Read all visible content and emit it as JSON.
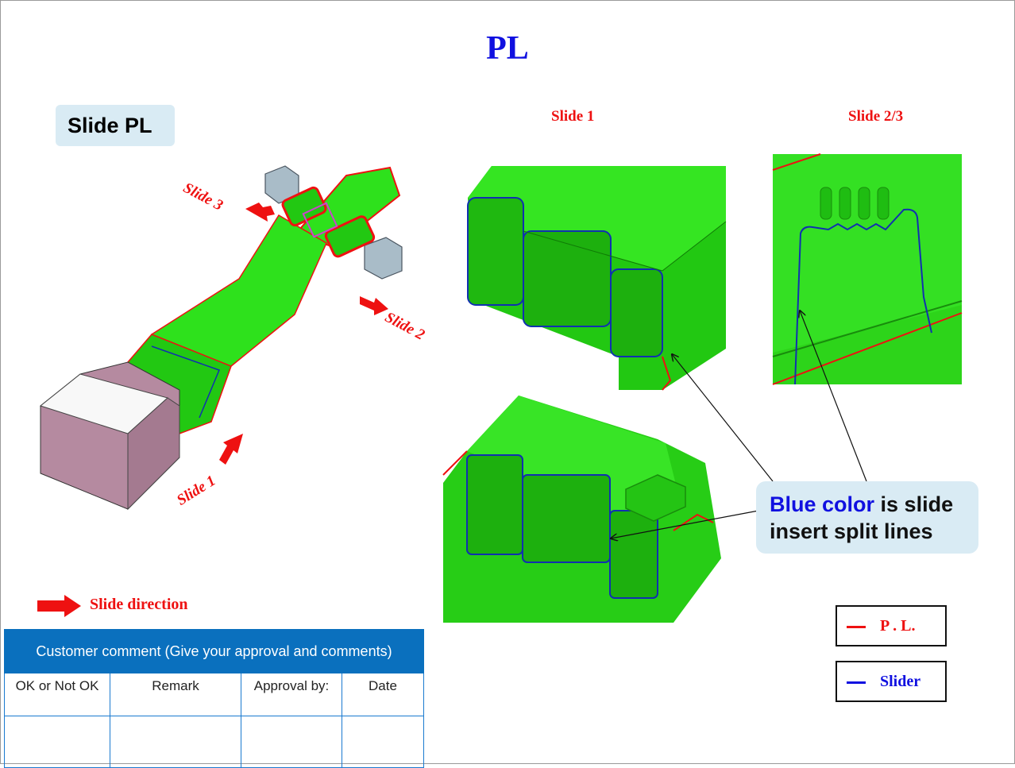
{
  "slide": {
    "title": "PL",
    "badge": "Slide PL",
    "views": {
      "slide1_title": "Slide 1",
      "slide23_title": "Slide 2/3"
    },
    "part_labels": {
      "slide3": "Slide 3",
      "slide2": "Slide 2",
      "slide1": "Slide 1"
    },
    "callout": {
      "highlight": "Blue color",
      "rest": " is slide insert split lines"
    },
    "legend": [
      {
        "label": "P . L.",
        "color": "#ee1111"
      },
      {
        "label": "Slider",
        "color": "#1010e0"
      }
    ],
    "direction_label": "Slide direction",
    "colors": {
      "title": "#1010e0",
      "accent_red": "#ee1111",
      "part_green": "#22dd11",
      "table_header": "#0a70be"
    }
  },
  "comment_table": {
    "header": "Customer comment (Give your approval and comments)",
    "columns": [
      "OK or Not OK",
      "Remark",
      "Approval by:",
      "Date"
    ],
    "rows": [
      [
        "",
        "",
        "",
        ""
      ]
    ]
  }
}
